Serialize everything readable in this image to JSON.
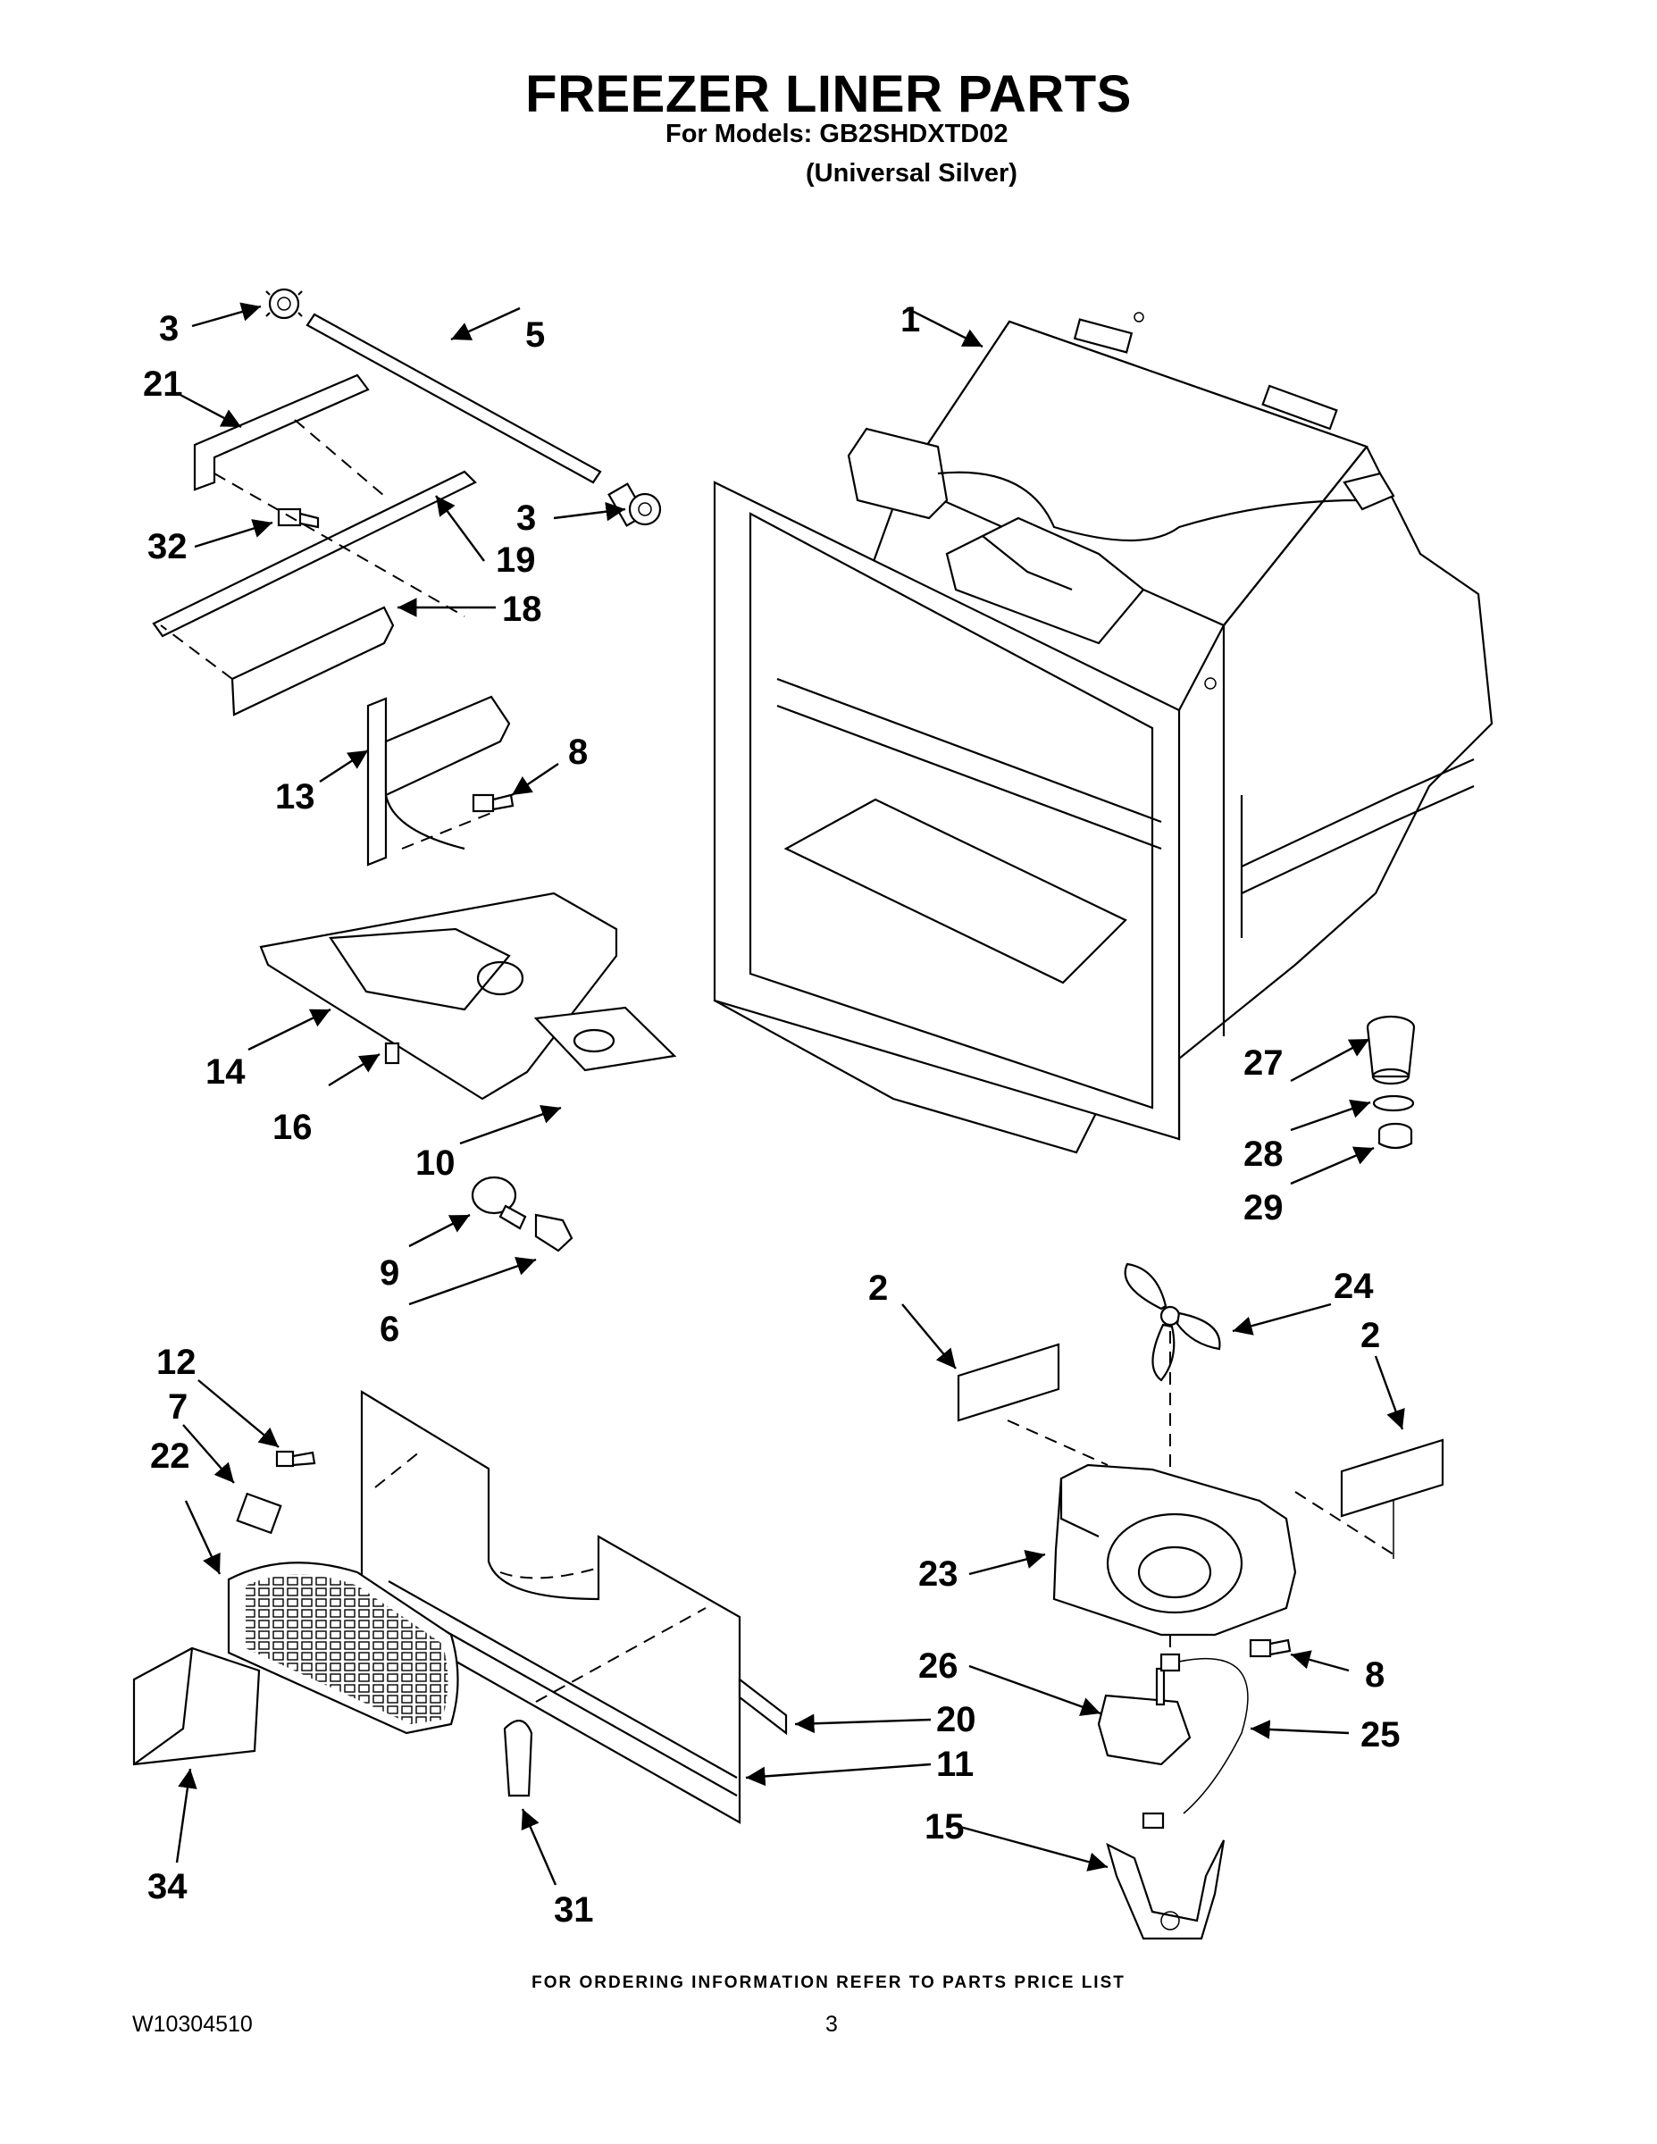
{
  "header": {
    "title": "FREEZER LINER PARTS",
    "models": "For Models: GB2SHDXTD02",
    "color_variant": "(Universal Silver)"
  },
  "callouts": {
    "p1": "1",
    "p2a": "2",
    "p2b": "2",
    "p3a": "3",
    "p3b": "3",
    "p5": "5",
    "p6": "6",
    "p7": "7",
    "p8a": "8",
    "p8b": "8",
    "p9": "9",
    "p10": "10",
    "p11": "11",
    "p12": "12",
    "p13": "13",
    "p14": "14",
    "p15": "15",
    "p16": "16",
    "p18": "18",
    "p19": "19",
    "p20": "20",
    "p21": "21",
    "p22": "22",
    "p23": "23",
    "p24": "24",
    "p25": "25",
    "p26": "26",
    "p27": "27",
    "p28": "28",
    "p29": "29",
    "p31": "31",
    "p32": "32",
    "p34": "34"
  },
  "footer": {
    "ordering_note": "FOR ORDERING INFORMATION REFER TO PARTS PRICE LIST",
    "doc_number": "W10304510",
    "page_number": "3"
  }
}
